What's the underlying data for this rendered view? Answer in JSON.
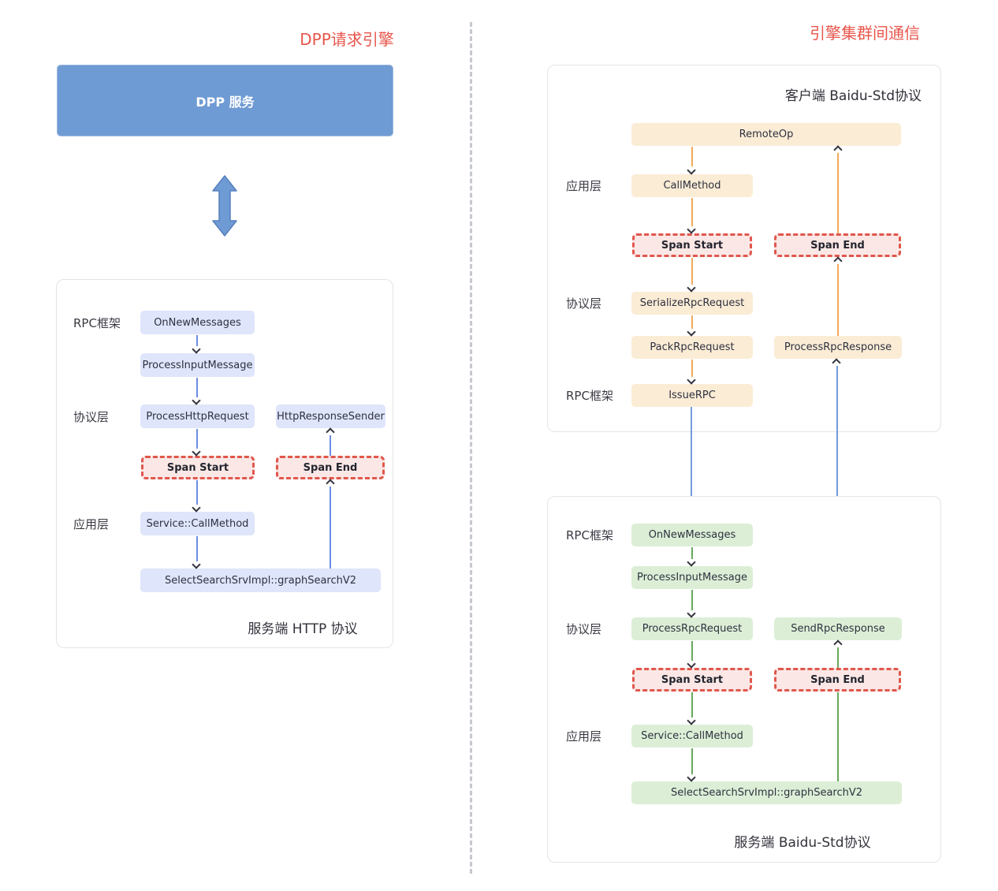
{
  "colors": {
    "accent-red": "#e8564c",
    "blue-node": "#6f9bd4",
    "lavender": "#dfe5fa",
    "orange": "#fbecd5",
    "green": "#dcefd6",
    "span-fill": "#fbe8e6",
    "span-border": "#e0574d",
    "blue-arrow": "#6d8de3",
    "orange-arrow": "#f2aa59",
    "green-arrow": "#67a95c",
    "steel-arrow": "#7499dc",
    "separator": "#c5c8ce"
  },
  "left": {
    "title": "DPP请求引擎",
    "dpp_service": "DPP 服务",
    "http_panel": {
      "caption": "服务端 HTTP 协议",
      "label_rpc": "RPC框架",
      "label_protocol": "协议层",
      "label_app": "应用层",
      "on_new_messages": "OnNewMessages",
      "process_input_message": "ProcessInputMessage",
      "process_http_request": "ProcessHttpRequest",
      "http_response_sender": "HttpResponseSender",
      "span_start": "Span Start",
      "span_end": "Span End",
      "service_call_method": "Service::CallMethod",
      "graph_search": "SelectSearchSrvImpl::graphSearchV2"
    }
  },
  "right": {
    "title": "引擎集群间通信",
    "client_panel": {
      "header": "客户端 Baidu-Std协议",
      "label_app": "应用层",
      "label_protocol": "协议层",
      "label_rpc": "RPC框架",
      "remote_op": "RemoteOp",
      "call_method": "CallMethod",
      "span_start": "Span Start",
      "span_end": "Span End",
      "serialize_rpc_request": "SerializeRpcRequest",
      "pack_rpc_request": "PackRpcRequest",
      "process_rpc_response": "ProcessRpcResponse",
      "issue_rpc": "IssueRPC"
    },
    "server_panel": {
      "caption": "服务端 Baidu-Std协议",
      "label_rpc": "RPC框架",
      "label_protocol": "协议层",
      "label_app": "应用层",
      "on_new_messages": "OnNewMessages",
      "process_input_message": "ProcessInputMessage",
      "process_rpc_request": "ProcessRpcRequest",
      "send_rpc_response": "SendRpcResponse",
      "span_start": "Span Start",
      "span_end": "Span End",
      "service_call_method": "Service::CallMethod",
      "graph_search": "SelectSearchSrvImpl::graphSearchV2"
    }
  }
}
